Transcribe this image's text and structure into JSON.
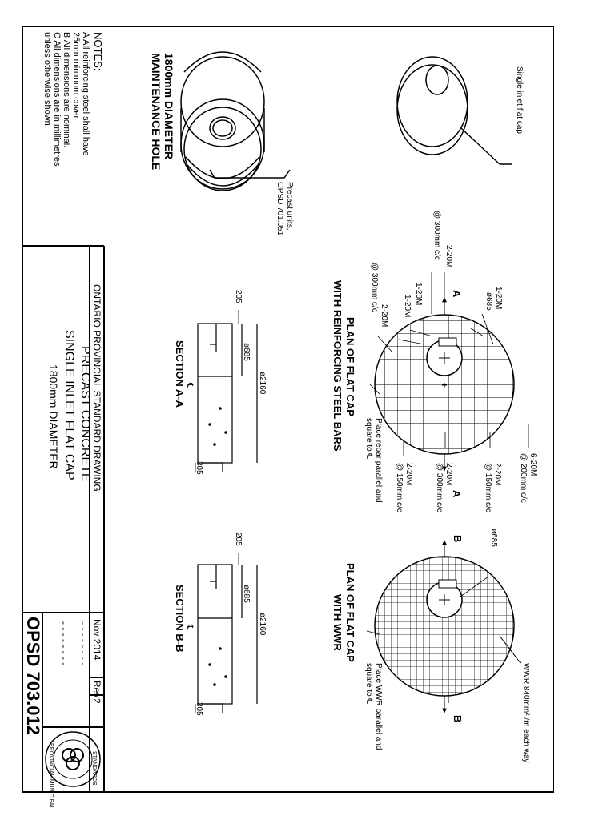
{
  "notes": {
    "heading": "NOTES:",
    "lines": [
      "A All reinforcing steel shall have",
      "   25mm minimum cover.",
      "B All dimensions are nominal.",
      "C All dimensions are in millimetres",
      "   unless otherwise shown."
    ]
  },
  "maintenance_hole": {
    "title_line1": "1800mm DIAMETER",
    "title_line2": "MAINTENANCE HOLE",
    "precast_line1": "Precast units,",
    "precast_line2": "OPSD 701.051"
  },
  "cap_label": "Single inlet flat cap",
  "plan_reinforcing": {
    "title_line1": "PLAN OF FLAT CAP",
    "title_line2": "WITH REINFORCING STEEL BARS",
    "callouts": [
      "@ 300mm c/c",
      "2-20M",
      "1-20M",
      "ø685",
      "1-20M",
      "1-20M",
      "2-20M",
      "@ 300mm c/c",
      "6-20M",
      "@ 200mm c/c",
      "2-20M",
      "@ 150mm c/c",
      "2-20M",
      "@ 300mm c/c",
      "2-20M",
      "@ 150mm c/c",
      "Place rebar parallel and",
      "square to ℄"
    ],
    "section_mark": "A"
  },
  "plan_wwr": {
    "title_line1": "PLAN OF FLAT CAP",
    "title_line2": "WITH WWR",
    "wwr_label": "WWR 840mm² /m each way",
    "place_line1": "Place WWR parallel and",
    "place_line2": "square to ℄",
    "dia_label": "ø685",
    "section_mark": "B"
  },
  "section_aa": {
    "title": "SECTION A-A",
    "dims": [
      "205",
      "ø685",
      "ø2160",
      "305"
    ],
    "cl": "℄"
  },
  "section_bb": {
    "title": "SECTION B-B",
    "dims": [
      "205",
      "ø685",
      "ø2160",
      "305"
    ],
    "cl": "℄"
  },
  "title_block": {
    "org": "ONTARIO PROVINCIAL STANDARD DRAWING",
    "line1": "PRECAST CONCRETE",
    "line2": "SINGLE INLET FLAT CAP",
    "line3": "1800mm DIAMETER",
    "date": "Nov 2014",
    "rev_label": "Rev",
    "rev_no": "2",
    "dash1": "- - - - - - - -",
    "dash2": "- - - - - - - -",
    "drawing_no": "OPSD 703.012",
    "seal_top": "STANDARDS",
    "seal_bottom": "PROVINCIAL-MUNICIPAL"
  },
  "colors": {
    "line": "#000000",
    "paper": "#ffffff"
  }
}
